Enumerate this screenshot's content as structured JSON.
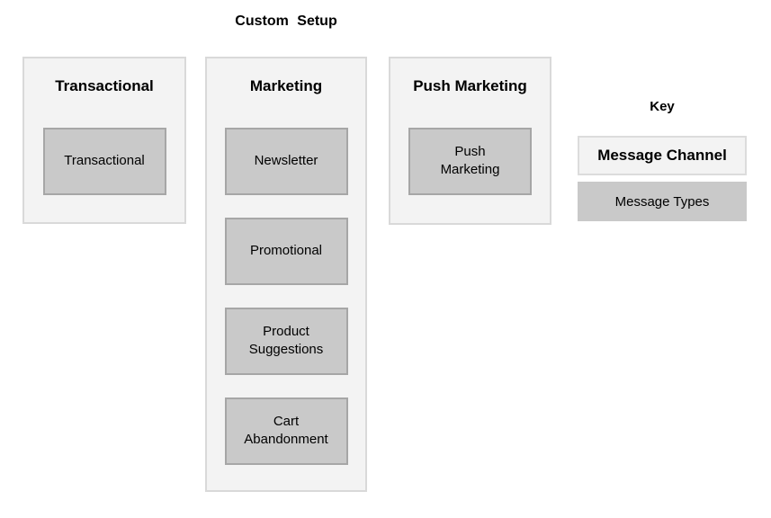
{
  "title": "Custom Setup",
  "columns": [
    {
      "name": "Transactional",
      "types": [
        "Transactional"
      ]
    },
    {
      "name": "Marketing",
      "types": [
        "Newsletter",
        "Promotional",
        "Product\nSuggestions",
        "Cart\nAbandonment"
      ]
    },
    {
      "name": "Push Marketing",
      "types": [
        "Push\nMarketing"
      ]
    }
  ],
  "key": {
    "title": "Key",
    "channel_label": "Message Channel",
    "types_label": "Message Types"
  },
  "colors": {
    "channel_bg": "#f3f3f3",
    "channel_border": "#d9d9d9",
    "type_bg": "#c9c9c9",
    "type_border": "#a6a6a6",
    "text": "#000000"
  }
}
